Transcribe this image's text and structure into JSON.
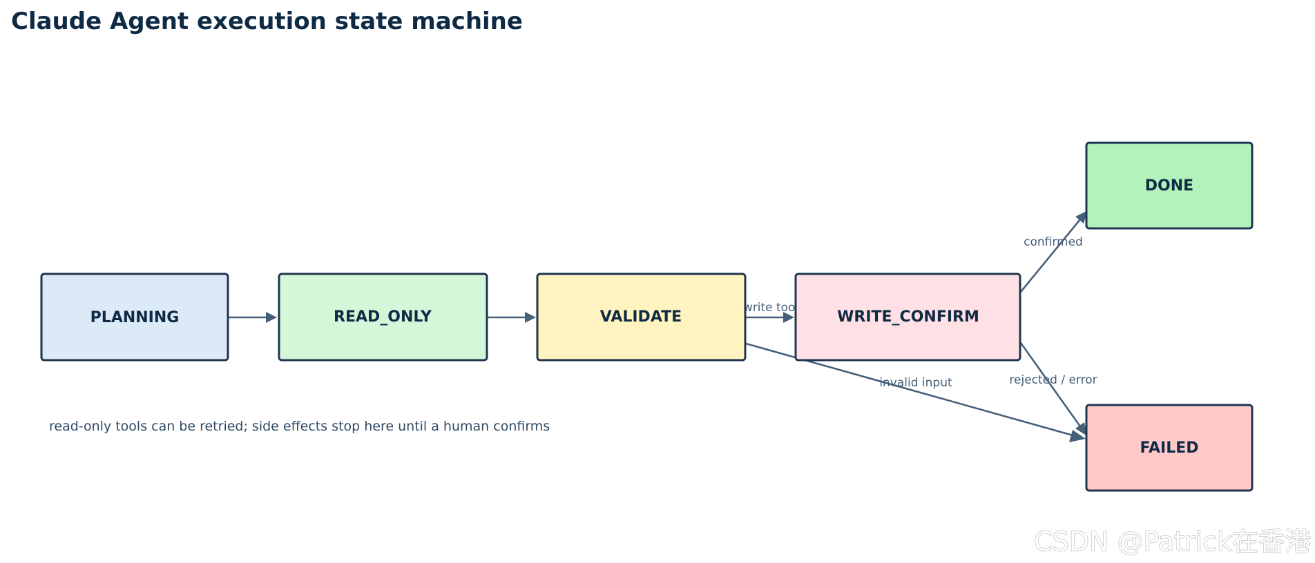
{
  "title": "Claude Agent execution state machine",
  "states": {
    "planning": {
      "label": "PLANNING",
      "color": "#dbeaf6"
    },
    "read_only": {
      "label": "READ_ONLY",
      "color": "#d4f7d9"
    },
    "validate": {
      "label": "VALIDATE",
      "color": "#fff3bf"
    },
    "write_confirm": {
      "label": "WRITE_CONFIRM",
      "color": "#ffe0e4"
    },
    "done": {
      "label": "DONE",
      "color": "#b2f2bb"
    },
    "failed": {
      "label": "FAILED",
      "color": "#ffc9c9"
    }
  },
  "transitions": [
    {
      "from": "PLANNING",
      "to": "READ_ONLY",
      "label": ""
    },
    {
      "from": "READ_ONLY",
      "to": "VALIDATE",
      "label": ""
    },
    {
      "from": "VALIDATE",
      "to": "WRITE_CONFIRM",
      "label": "write tool"
    },
    {
      "from": "VALIDATE",
      "to": "FAILED",
      "label": "invalid input"
    },
    {
      "from": "WRITE_CONFIRM",
      "to": "DONE",
      "label": "confirmed"
    },
    {
      "from": "WRITE_CONFIRM",
      "to": "FAILED",
      "label": "rejected / error"
    }
  ],
  "labels": {
    "write_tool": "write tool",
    "invalid_input": "invalid input",
    "confirmed": "confirmed",
    "rejected_error": "rejected / error"
  },
  "note": "read-only tools can be retried; side effects stop here until a human confirms",
  "watermark": "CSDN @Patrick在香港",
  "colors": {
    "box_stroke": "#1f3550",
    "arrow": "#46607a",
    "title": "#0f2a44"
  }
}
